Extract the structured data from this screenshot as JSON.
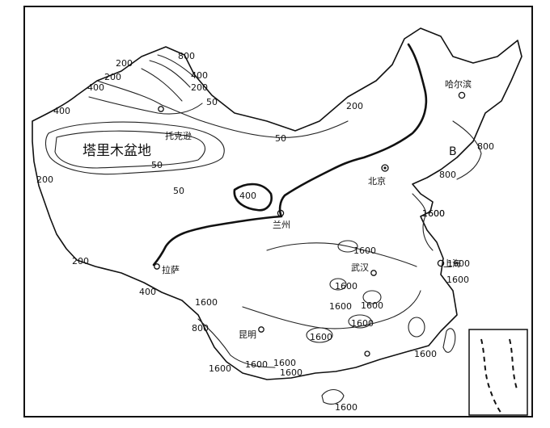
{
  "map": {
    "basin_label": "塔里木盆地",
    "point_label_b": "B",
    "cities": [
      {
        "id": "harbin",
        "name": "哈尔滨"
      },
      {
        "id": "beijing",
        "name": "北京"
      },
      {
        "id": "lanzhou",
        "name": "兰州"
      },
      {
        "id": "shanghai",
        "name": "上海"
      },
      {
        "id": "wuhan",
        "name": "武汉"
      },
      {
        "id": "lhasa",
        "name": "拉萨"
      },
      {
        "id": "kunming",
        "name": "昆明"
      },
      {
        "id": "tuokexun",
        "name": "托克逊"
      }
    ],
    "isoline_labels": [
      "800",
      "400",
      "200",
      "200",
      "400",
      "400",
      "200",
      "50",
      "50",
      "50",
      "200",
      "200",
      "50",
      "400",
      "800",
      "800",
      "1600",
      "1600",
      "1600",
      "1600",
      "1600",
      "1600",
      "1600",
      "1600",
      "1600",
      "1600",
      "1600",
      "1600",
      "1600",
      "1600",
      "800",
      "200",
      "400",
      "1600",
      "1600",
      "1600"
    ]
  }
}
